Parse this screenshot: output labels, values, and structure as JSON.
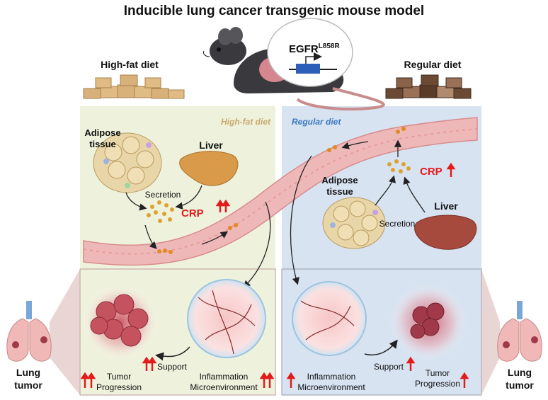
{
  "title": "Inducible lung cancer transgenic mouse model",
  "mouse": {
    "gene_label": "EGFR",
    "gene_superscript": "L858R"
  },
  "left": {
    "diet_title": "High-fat diet",
    "panel_label": "High-fat diet",
    "adipose_label_line1": "Adipose",
    "adipose_label_line2": "tissue",
    "liver_label": "Liver",
    "secretion_label": "Secretion",
    "crp_label": "CRP",
    "tumor_label_line1": "Tumor",
    "tumor_label_line2": "Progression",
    "support_label": "Support",
    "inflammation_line1": "Inflammation",
    "inflammation_line2": "Microenvironment",
    "lung_label_line1": "Lung",
    "lung_label_line2": "tumor"
  },
  "right": {
    "diet_title": "Regular diet",
    "panel_label": "Regular diet",
    "adipose_label_line1": "Adipose",
    "adipose_label_line2": "tissue",
    "liver_label": "Liver",
    "secretion_label": "Secretion",
    "crp_label": "CRP",
    "tumor_label_line1": "Tumor",
    "tumor_label_line2": "Progression",
    "support_label": "Support",
    "inflammation_line1": "Inflammation",
    "inflammation_line2": "Microenvironment",
    "lung_label_line1": "Lung",
    "lung_label_line2": "tumor"
  },
  "colors": {
    "left_panel": "#eef2dc",
    "right_panel": "#d7e3f1",
    "vessel": "#efb8b8",
    "crp": "#e31b1b",
    "left_panel_label": "#c9a96e",
    "right_panel_label": "#3b78c0"
  }
}
